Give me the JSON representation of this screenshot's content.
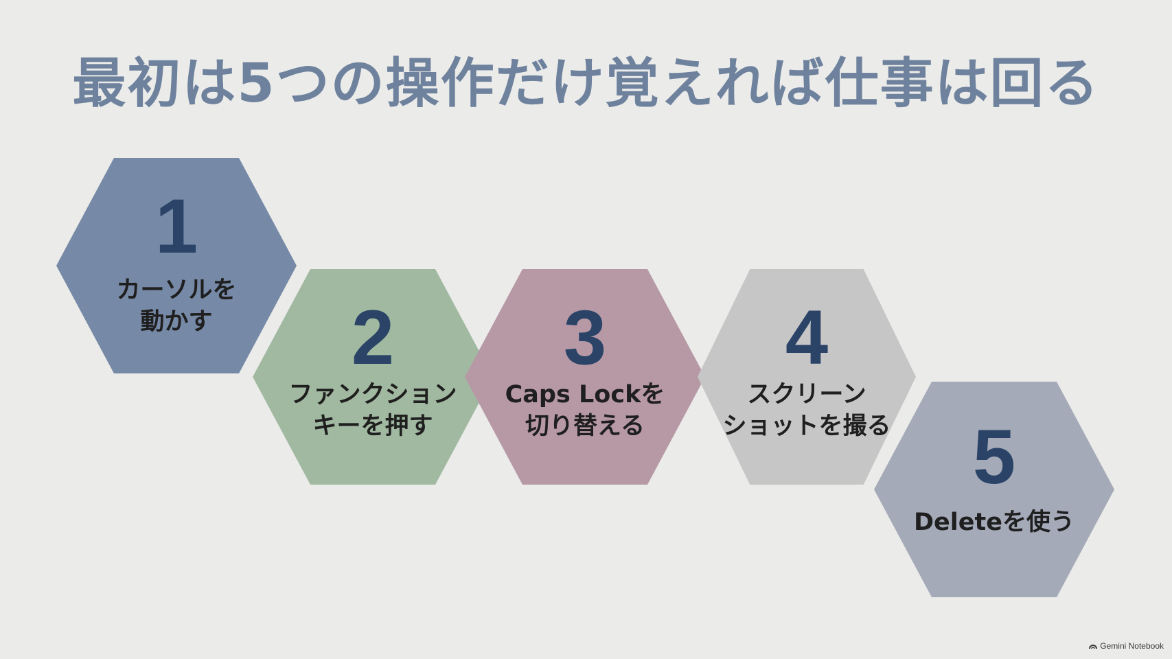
{
  "slide": {
    "title": "最初は5つの操作だけ覚えれば仕事は回る",
    "background_color": "#ebebe9",
    "title_color": "#6e829e",
    "number_color": "#2a4366",
    "steps": [
      {
        "number": "1",
        "label_line1": "カーソルを",
        "label_line2": "動かす",
        "color": "#7689a6"
      },
      {
        "number": "2",
        "label_line1": "ファンクション",
        "label_line2": "キーを押す",
        "color": "#a1b9a1"
      },
      {
        "number": "3",
        "label_line1": "Caps Lockを",
        "label_line2": "切り替える",
        "color": "#b799a6"
      },
      {
        "number": "4",
        "label_line1": "スクリーン",
        "label_line2": "ショットを撮る",
        "color": "#c6c6c6"
      },
      {
        "number": "5",
        "label_line1": "Deleteを使う",
        "label_line2": "",
        "color": "#a4aab8"
      }
    ]
  },
  "footer": {
    "brand": "Gemini Notebook",
    "brand_icon": "arch-logo-icon"
  }
}
